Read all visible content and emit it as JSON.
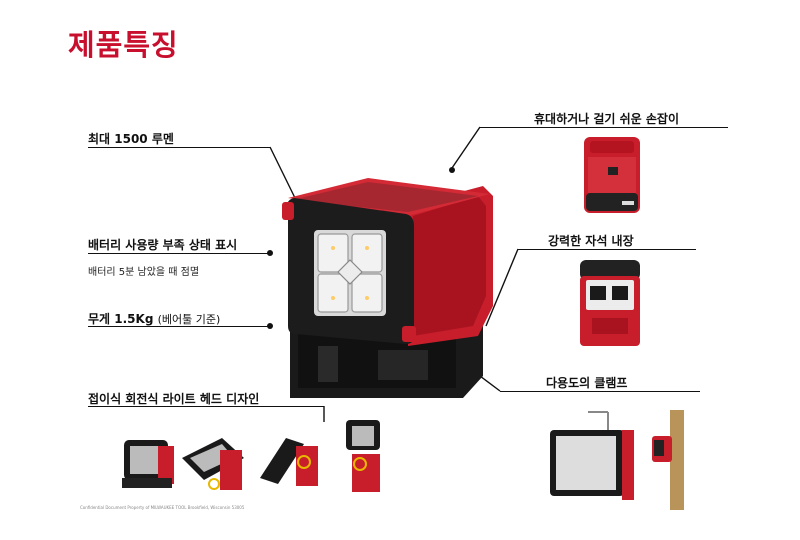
{
  "header": {
    "title": "제품특징"
  },
  "features_left": [
    {
      "label": "최대 1500 루멘"
    },
    {
      "label": "배터리 사용량 부족 상태 표시",
      "sub": "배터리 5분 남았을 때 점멸"
    },
    {
      "label": "무게 1.5Kg",
      "note": "(베어툴 기준)"
    },
    {
      "label": "접이식 회전식 라이트 헤드 디자인"
    }
  ],
  "features_right": [
    {
      "label": "휴대하거나 걸기 쉬운 손잡이"
    },
    {
      "label": "강력한 자석 내장"
    },
    {
      "label": "다용도의 클램프"
    }
  ],
  "footer": {
    "confidential": "Confidential Document Property of MILWAUKEE TOOL Brookfield, Wisconsin 53005"
  },
  "colors": {
    "accent": "#c8102e",
    "product_red": "#c81e2b",
    "dark": "#1a1a1a"
  },
  "icons": [
    "product-main-image",
    "handle-image",
    "magnet-image",
    "clamp-image",
    "fold-sequence-images"
  ]
}
